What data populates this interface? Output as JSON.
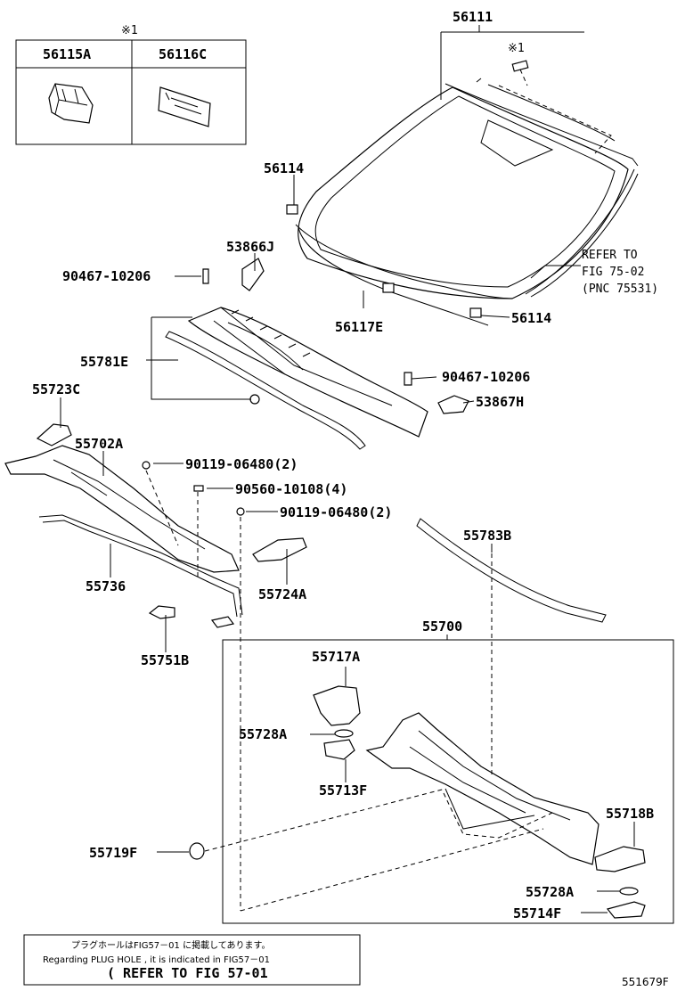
{
  "inset_table": {
    "note_mark": "※1",
    "col1": "56115A",
    "col2": "56116C"
  },
  "part_labels": {
    "p56111": "56111",
    "mark_x1": "※1",
    "p56114_top": "56114",
    "p53866J": "53866J",
    "p90467_top": "90467-10206",
    "refer_line1": "REFER TO",
    "refer_line2": "FIG 75-02",
    "refer_line3": "(PNC 75531)",
    "p56114_bottom": "56114",
    "p56117E": "56117E",
    "p55781E": "55781E",
    "p90467_mid": "90467-10206",
    "p53867H": "53867H",
    "p55723C": "55723C",
    "p55702A": "55702A",
    "p90119_a": "90119-06480(2)",
    "p90560": "90560-10108(4)",
    "p90119_b": "90119-06480(2)",
    "p55783B": "55783B",
    "p55736": "55736",
    "p55724A": "55724A",
    "p55700": "55700",
    "p55751B": "55751B",
    "p55717A": "55717A",
    "p55728A_left": "55728A",
    "p55713F": "55713F",
    "p55718B": "55718B",
    "p55719F": "55719F",
    "p55728A_right": "55728A",
    "p55714F": "55714F"
  },
  "note_box": {
    "line1": "プラグホールはFIG57－01 に掲載してあります。",
    "line2": "Regarding PLUG HOLE , it is indicated in FIG57－01",
    "line3": "( REFER TO FIG 57-01"
  },
  "figure_code": "551679F"
}
